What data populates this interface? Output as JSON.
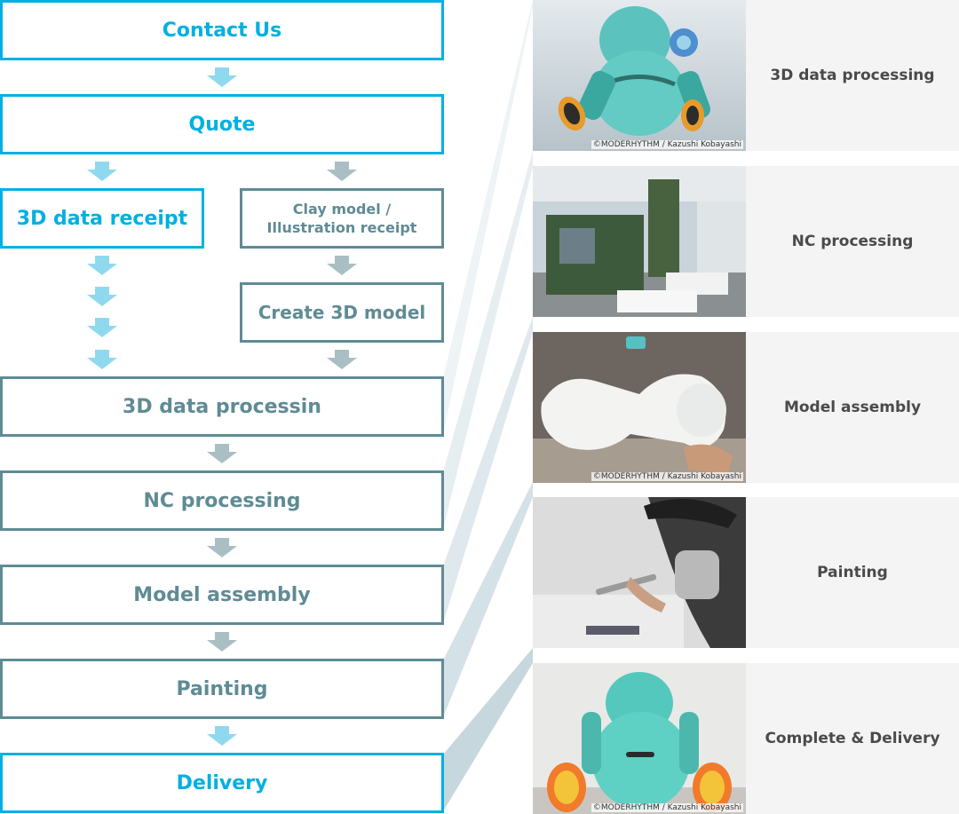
{
  "flow": {
    "contact": "Contact Us",
    "quote": "Quote",
    "data_receipt": "3D data receipt",
    "clay_receipt": "Clay model /\nIllustration receipt",
    "create_model": "Create 3D model",
    "processing": "3D data processin",
    "nc": "NC processing",
    "assembly": "Model assembly",
    "painting": "Painting",
    "delivery": "Delivery"
  },
  "steps": [
    {
      "label": "3D data processing",
      "credit": "©MODERHYTHM / Kazushi Kobayashi",
      "image": "robot-cad-render"
    },
    {
      "label": "NC processing",
      "credit": "",
      "image": "nc-milling-machine"
    },
    {
      "label": "Model assembly",
      "credit": "©MODERHYTHM / Kazushi Kobayashi",
      "image": "foam-parts-assembly"
    },
    {
      "label": "Painting",
      "credit": "",
      "image": "airbrush-painting"
    },
    {
      "label": "Complete & Delivery",
      "credit": "©MODERHYTHM / Kazushi Kobayashi",
      "image": "finished-robot-statue"
    }
  ],
  "colors": {
    "accent_cyan": "#00b0e0",
    "slate": "#5f8b94",
    "arrow_cyan": "#8fd9ef",
    "arrow_slate": "#a9bfc4",
    "connector": "#d5e1e5",
    "label_bg": "#f4f4f4"
  }
}
